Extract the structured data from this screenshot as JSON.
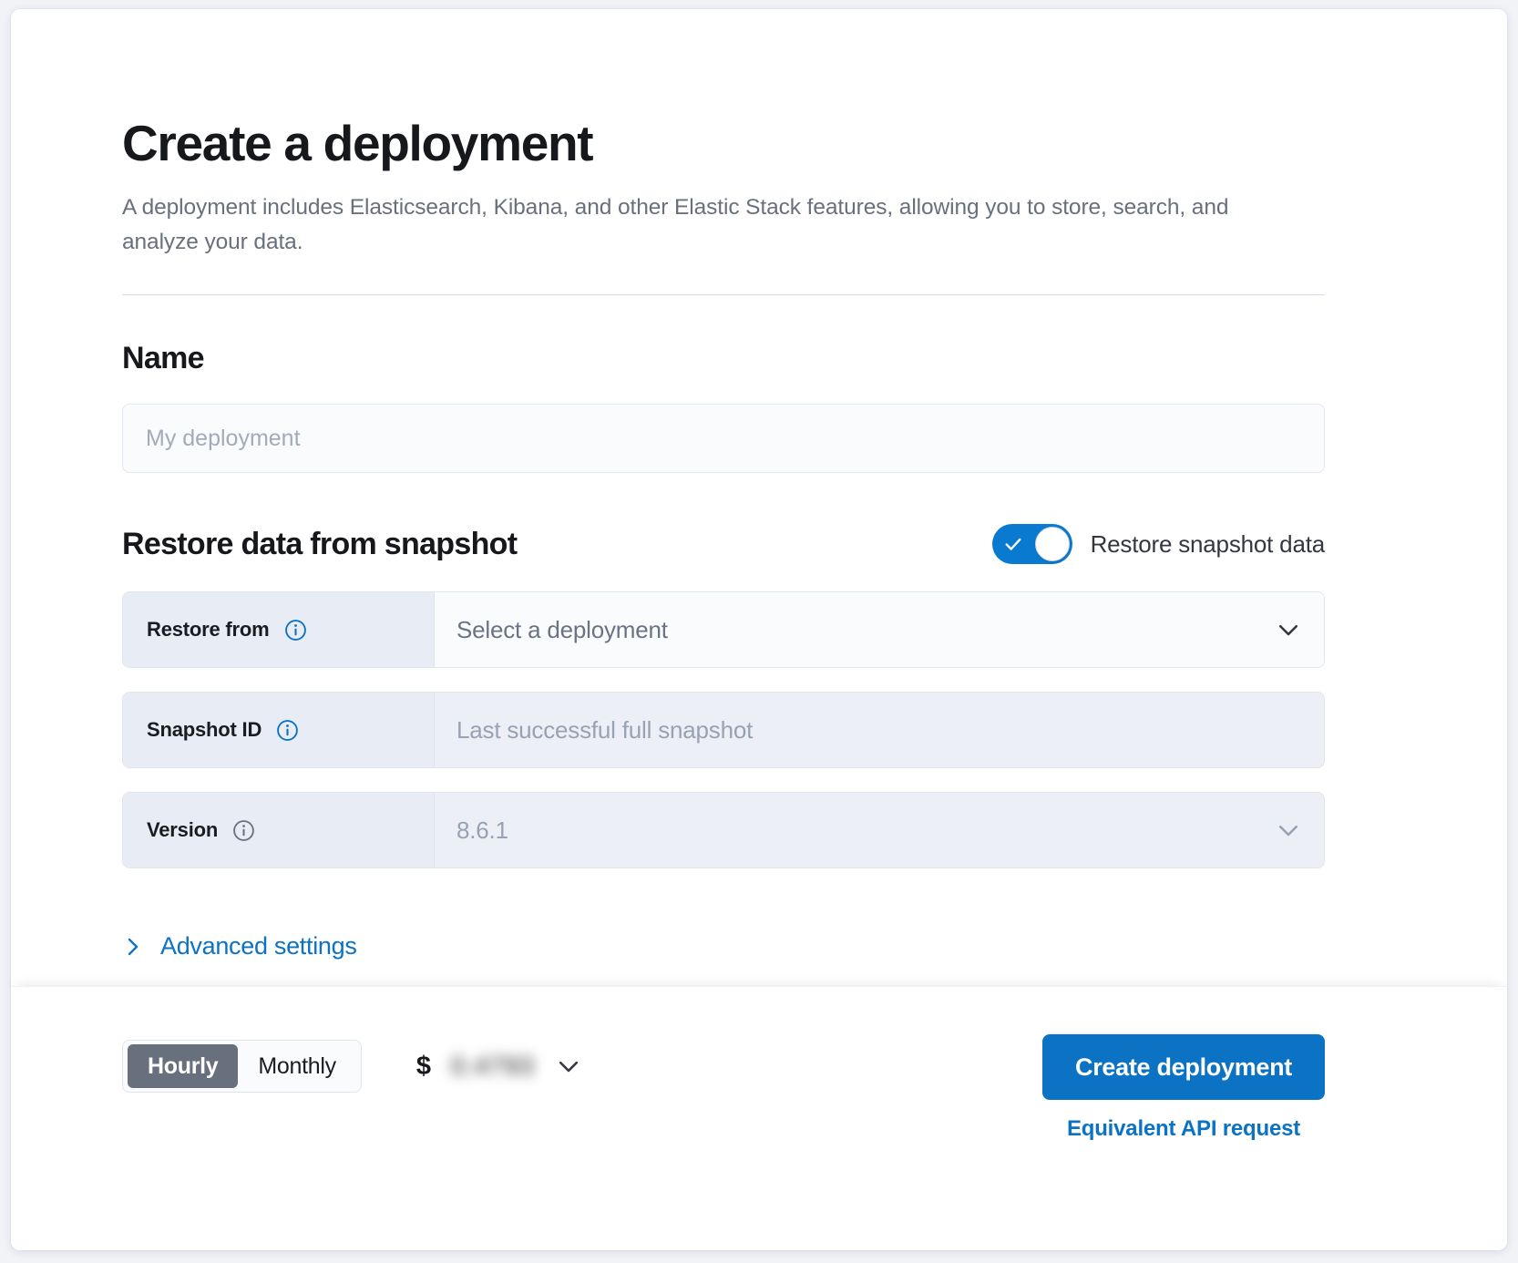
{
  "header": {
    "title": "Create a deployment",
    "description": "A deployment includes Elasticsearch, Kibana, and other Elastic Stack features, allowing you to store, search, and analyze your data."
  },
  "name_section": {
    "heading": "Name",
    "placeholder": "My deployment",
    "value": ""
  },
  "restore_section": {
    "heading": "Restore data from snapshot",
    "toggle": {
      "label": "Restore snapshot data",
      "enabled": true
    },
    "rows": [
      {
        "label": "Restore from",
        "value": "Select a deployment",
        "is_placeholder": true,
        "disabled": false,
        "has_chevron": true
      },
      {
        "label": "Snapshot ID",
        "value": "Last successful full snapshot",
        "is_placeholder": true,
        "disabled": true,
        "has_chevron": false
      },
      {
        "label": "Version",
        "value": "8.6.1",
        "is_placeholder": false,
        "disabled": true,
        "has_chevron": true
      }
    ]
  },
  "advanced_settings": {
    "label": "Advanced settings",
    "expanded": false
  },
  "bottom_bar": {
    "billing_period": {
      "options": [
        "Hourly",
        "Monthly"
      ],
      "selected": "Hourly"
    },
    "price": {
      "currency_symbol": "$",
      "amount": "0.4793",
      "redacted": true
    },
    "create_button": "Create deployment",
    "api_link": "Equivalent API request"
  },
  "colors": {
    "accent_blue": "#0b72c4",
    "toggle_on": "#0a7ad1",
    "segment_active": "#69707d",
    "prepend_bg": "#e7ecf5",
    "disabled_field_bg": "#eceff5",
    "text_dark": "#16181c",
    "text_muted": "#69707d"
  }
}
